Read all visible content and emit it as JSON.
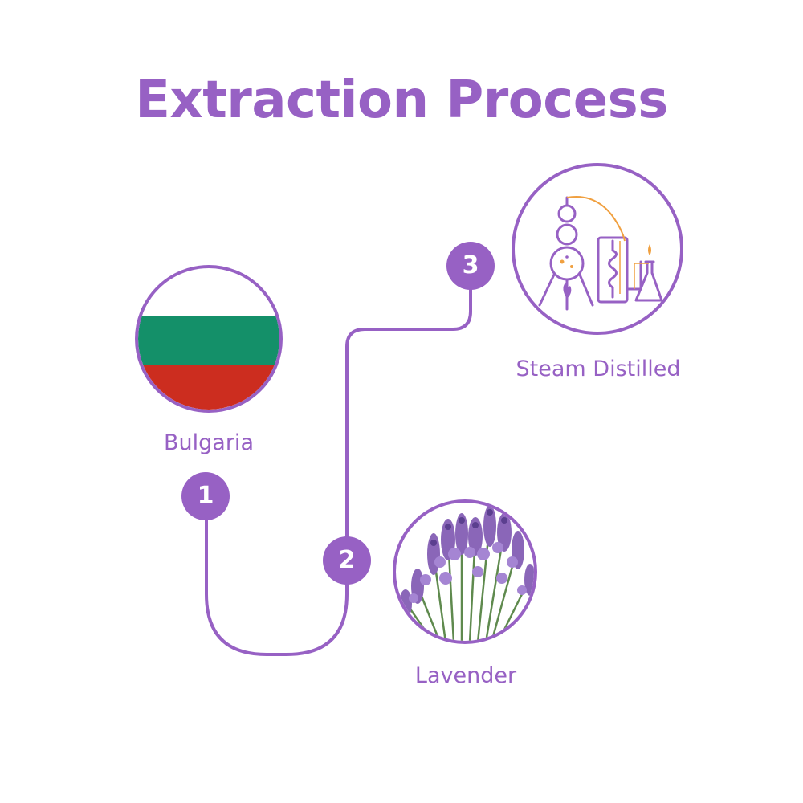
{
  "title": "Extraction Process",
  "steps": [
    {
      "number": "1",
      "label": "Bulgaria",
      "icon": "bulgaria-flag-icon"
    },
    {
      "number": "2",
      "label": "Lavender",
      "icon": "lavender-flowers-icon"
    },
    {
      "number": "3",
      "label": "Steam Distilled",
      "icon": "steam-distillation-icon"
    }
  ],
  "colors": {
    "accent": "#9761c4",
    "flag_white": "#ffffff",
    "flag_green": "#149069",
    "flag_red": "#cc2d1f",
    "flame": "#f0a040"
  }
}
